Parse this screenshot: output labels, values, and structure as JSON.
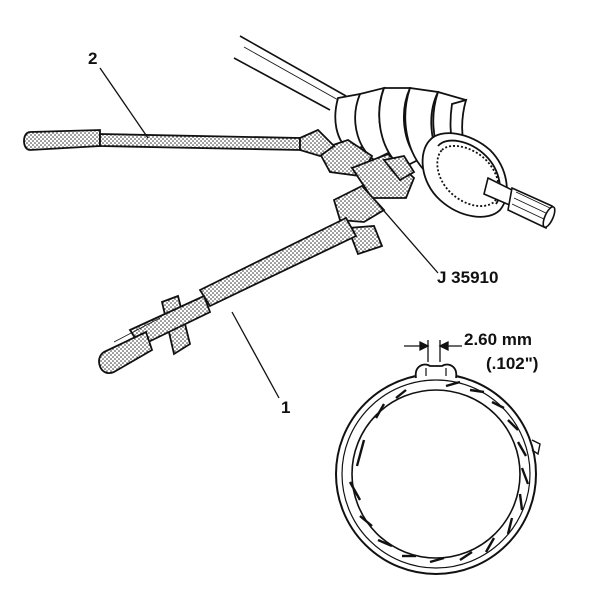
{
  "labels": {
    "pliers": "2",
    "handle": "1",
    "tool": "J 35910",
    "dimension_mm": "2.60 mm",
    "dimension_in": "(.102\")"
  },
  "colors": {
    "ink": "#111111",
    "paper": "#ffffff"
  }
}
